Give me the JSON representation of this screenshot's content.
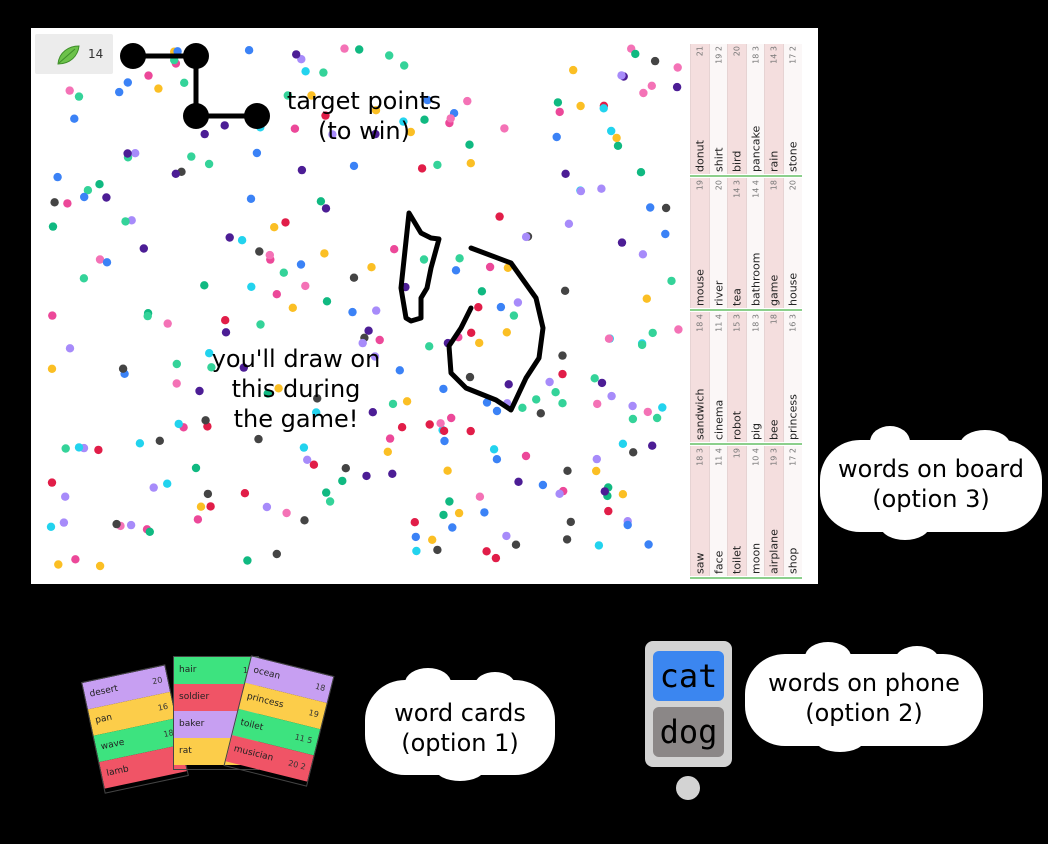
{
  "score": {
    "count": "14",
    "icon": "leaf-icon"
  },
  "notes": {
    "target_line1": "target points",
    "target_line2": "(to win)",
    "draw_line1": "you'll draw on",
    "draw_line2": "this during",
    "draw_line3": "the game!"
  },
  "board_words": [
    [
      {
        "word": "donut",
        "meta": "21",
        "bg": "pink"
      },
      {
        "word": "shirt",
        "meta": "19 2",
        "bg": "white"
      },
      {
        "word": "bird",
        "meta": "20",
        "bg": "pink"
      },
      {
        "word": "pancake",
        "meta": "18 3",
        "bg": "white"
      },
      {
        "word": "rain",
        "meta": "14 3",
        "bg": "pink"
      },
      {
        "word": "stone",
        "meta": "17 2",
        "bg": "white"
      }
    ],
    [
      {
        "word": "mouse",
        "meta": "19",
        "bg": "pink"
      },
      {
        "word": "river",
        "meta": "20",
        "bg": "white"
      },
      {
        "word": "tea",
        "meta": "14 3",
        "bg": "pink"
      },
      {
        "word": "bathroom",
        "meta": "14 4",
        "bg": "white"
      },
      {
        "word": "game",
        "meta": "18",
        "bg": "pink"
      },
      {
        "word": "house",
        "meta": "20",
        "bg": "white"
      }
    ],
    [
      {
        "word": "sandwich",
        "meta": "18 4",
        "bg": "pink"
      },
      {
        "word": "cinema",
        "meta": "11 4",
        "bg": "white"
      },
      {
        "word": "robot",
        "meta": "15 3",
        "bg": "pink"
      },
      {
        "word": "pig",
        "meta": "18 3",
        "bg": "white"
      },
      {
        "word": "bee",
        "meta": "18",
        "bg": "pink"
      },
      {
        "word": "princess",
        "meta": "16 3",
        "bg": "white"
      }
    ],
    [
      {
        "word": "saw",
        "meta": "18 3",
        "bg": "pink"
      },
      {
        "word": "face",
        "meta": "11 4",
        "bg": "white"
      },
      {
        "word": "toilet",
        "meta": "19",
        "bg": "pink"
      },
      {
        "word": "moon",
        "meta": "10 4",
        "bg": "white"
      },
      {
        "word": "airplane",
        "meta": "19 3",
        "bg": "pink"
      },
      {
        "word": "shop",
        "meta": "17 2",
        "bg": "white"
      }
    ]
  ],
  "clouds": {
    "board_line1": "words on board",
    "board_line2": "(option 3)",
    "cards_line1": "word cards",
    "cards_line2": "(option 1)",
    "phone_line1": "words on phone",
    "phone_line2": "(option 2)"
  },
  "cards": [
    {
      "rows": [
        {
          "word": "desert",
          "meta": "20",
          "color": "c-purple"
        },
        {
          "word": "pan",
          "meta": "16",
          "color": "c-yellow"
        },
        {
          "word": "wave",
          "meta": "18",
          "color": "c-green"
        },
        {
          "word": "lamb",
          "meta": "",
          "color": "c-red"
        }
      ]
    },
    {
      "rows": [
        {
          "word": "hair",
          "meta": "18",
          "color": "c-green"
        },
        {
          "word": "soldier",
          "meta": "",
          "color": "c-red"
        },
        {
          "word": "baker",
          "meta": "",
          "color": "c-purple"
        },
        {
          "word": "rat",
          "meta": "",
          "color": "c-yellow"
        }
      ]
    },
    {
      "rows": [
        {
          "word": "ocean",
          "meta": "18",
          "color": "c-purple"
        },
        {
          "word": "princess",
          "meta": "19",
          "color": "c-yellow"
        },
        {
          "word": "toilet",
          "meta": "11 5",
          "color": "c-green"
        },
        {
          "word": "musician",
          "meta": "20 2",
          "color": "c-red"
        }
      ]
    }
  ],
  "phone": {
    "word1": "cat",
    "word2": "dog"
  },
  "colors": {
    "dot_palette": [
      "#3b82f6",
      "#f472b6",
      "#fbbf24",
      "#22d3ee",
      "#4c1d95",
      "#ec4899",
      "#34d399",
      "#a78bfa",
      "#444444",
      "#e11d48",
      "#10b981"
    ],
    "leaf": "#6cc24a",
    "phone_blue": "#3b86f0",
    "phone_gray": "#8b8787"
  }
}
